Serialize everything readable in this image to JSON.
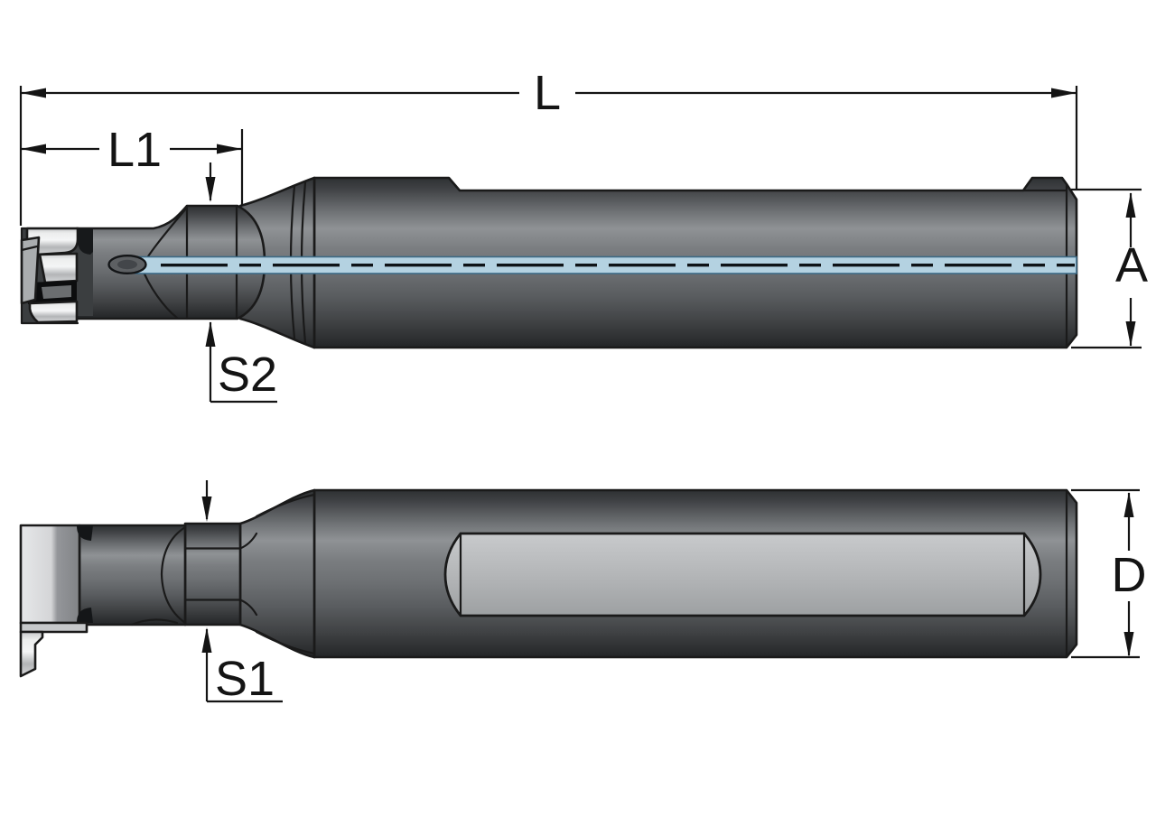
{
  "labels": {
    "overall_length": "L",
    "front_length": "L1",
    "neck_flat_top_view": "S2",
    "shank_height": "A",
    "neck_flat_side_view": "S1",
    "shank_diameter": "D"
  },
  "colors": {
    "outline": "#1a1a1a",
    "coolant_channel_blue": "#b4d2e1",
    "coolant_edge_blue": "#3c6a85",
    "shank_dark": "#2e3133",
    "shank_highlight": "#8f9295",
    "clamp_flat_gray": "#b4b6b8",
    "head_silver": "#f4f5f6",
    "background": "#ffffff"
  }
}
